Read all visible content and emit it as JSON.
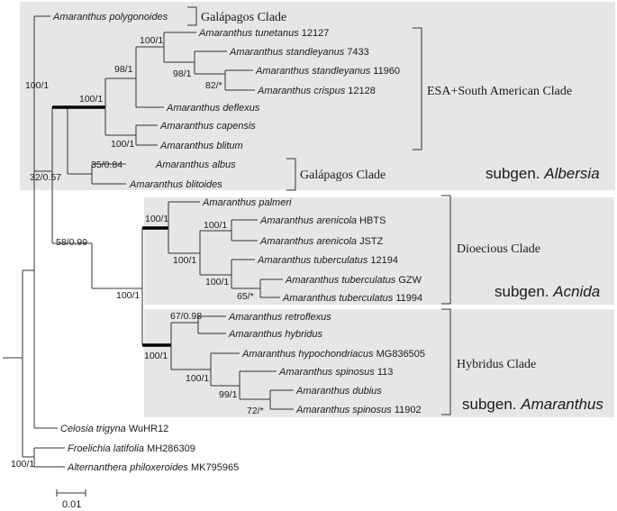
{
  "colors": {
    "clade_box": "#e6e6e6",
    "branch": "#333333",
    "text": "#1a1a1a"
  },
  "taxa": [
    {
      "genus": "Amaranthus",
      "species": "polygonoides",
      "voucher": ""
    },
    {
      "genus": "Amaranthus",
      "species": "tunetanus",
      "voucher": "12127"
    },
    {
      "genus": "Amaranthus",
      "species": "standleyanus",
      "voucher": "7433"
    },
    {
      "genus": "Amaranthus",
      "species": "standleyanus",
      "voucher": "11960"
    },
    {
      "genus": "Amaranthus",
      "species": "crispus",
      "voucher": "12128"
    },
    {
      "genus": "Amaranthus",
      "species": "deflexus",
      "voucher": ""
    },
    {
      "genus": "Amaranthus",
      "species": "capensis",
      "voucher": ""
    },
    {
      "genus": "Amaranthus",
      "species": "blitum",
      "voucher": ""
    },
    {
      "genus": "Amaranthus",
      "species": "albus",
      "voucher": ""
    },
    {
      "genus": "Amaranthus",
      "species": "blitoides",
      "voucher": ""
    },
    {
      "genus": "Amaranthus",
      "species": "palmeri",
      "voucher": ""
    },
    {
      "genus": "Amaranthus",
      "species": "arenicola",
      "voucher": "HBTS"
    },
    {
      "genus": "Amaranthus",
      "species": "arenicola",
      "voucher": "JSTZ"
    },
    {
      "genus": "Amaranthus",
      "species": "tuberculatus",
      "voucher": "12194"
    },
    {
      "genus": "Amaranthus",
      "species": "tuberculatus",
      "voucher": "GZW"
    },
    {
      "genus": "Amaranthus",
      "species": "tuberculatus",
      "voucher": "11994"
    },
    {
      "genus": "Amaranthus",
      "species": "retroflexus",
      "voucher": ""
    },
    {
      "genus": "Amaranthus",
      "species": "hybridus",
      "voucher": ""
    },
    {
      "genus": "Amaranthus",
      "species": "hypochondriacus",
      "voucher": "MG836505"
    },
    {
      "genus": "Amaranthus",
      "species": "spinosus",
      "voucher": "113"
    },
    {
      "genus": "Amaranthus",
      "species": "dubius",
      "voucher": ""
    },
    {
      "genus": "Amaranthus",
      "species": "spinosus",
      "voucher": "11902"
    },
    {
      "genus": "Celosia",
      "species": "trigyna",
      "voucher": "WuHR12"
    },
    {
      "genus": "Froelichia",
      "species": "latifolia",
      "voucher": "MH286309"
    },
    {
      "genus": "Alternanthera",
      "species": "philoxeroides",
      "voucher": "MK795965"
    }
  ],
  "support_values": [
    "100/1",
    "98/1",
    "98/1",
    "82/*",
    "100/1",
    "100/1",
    "100/1",
    "35/0.84",
    "32/0.57",
    "100/1",
    "100/1",
    "100/1",
    "100/1",
    "65/*",
    "58/0.99",
    "100/1",
    "67/0.98",
    "100/1",
    "100/1",
    "99/1",
    "72/*",
    "100/1"
  ],
  "clade_labels": [
    "Galápagos Clade",
    "ESA+South American Clade",
    "Galápagos Clade",
    "Dioecious Clade",
    "Hybridus Clade"
  ],
  "subgenera": [
    {
      "prefix": "subgen. ",
      "name": "Albersia"
    },
    {
      "prefix": "subgen. ",
      "name": "Acnida"
    },
    {
      "prefix": "subgen. ",
      "name": "Amaranthus"
    }
  ],
  "scale_bar": {
    "label": "0.01"
  }
}
